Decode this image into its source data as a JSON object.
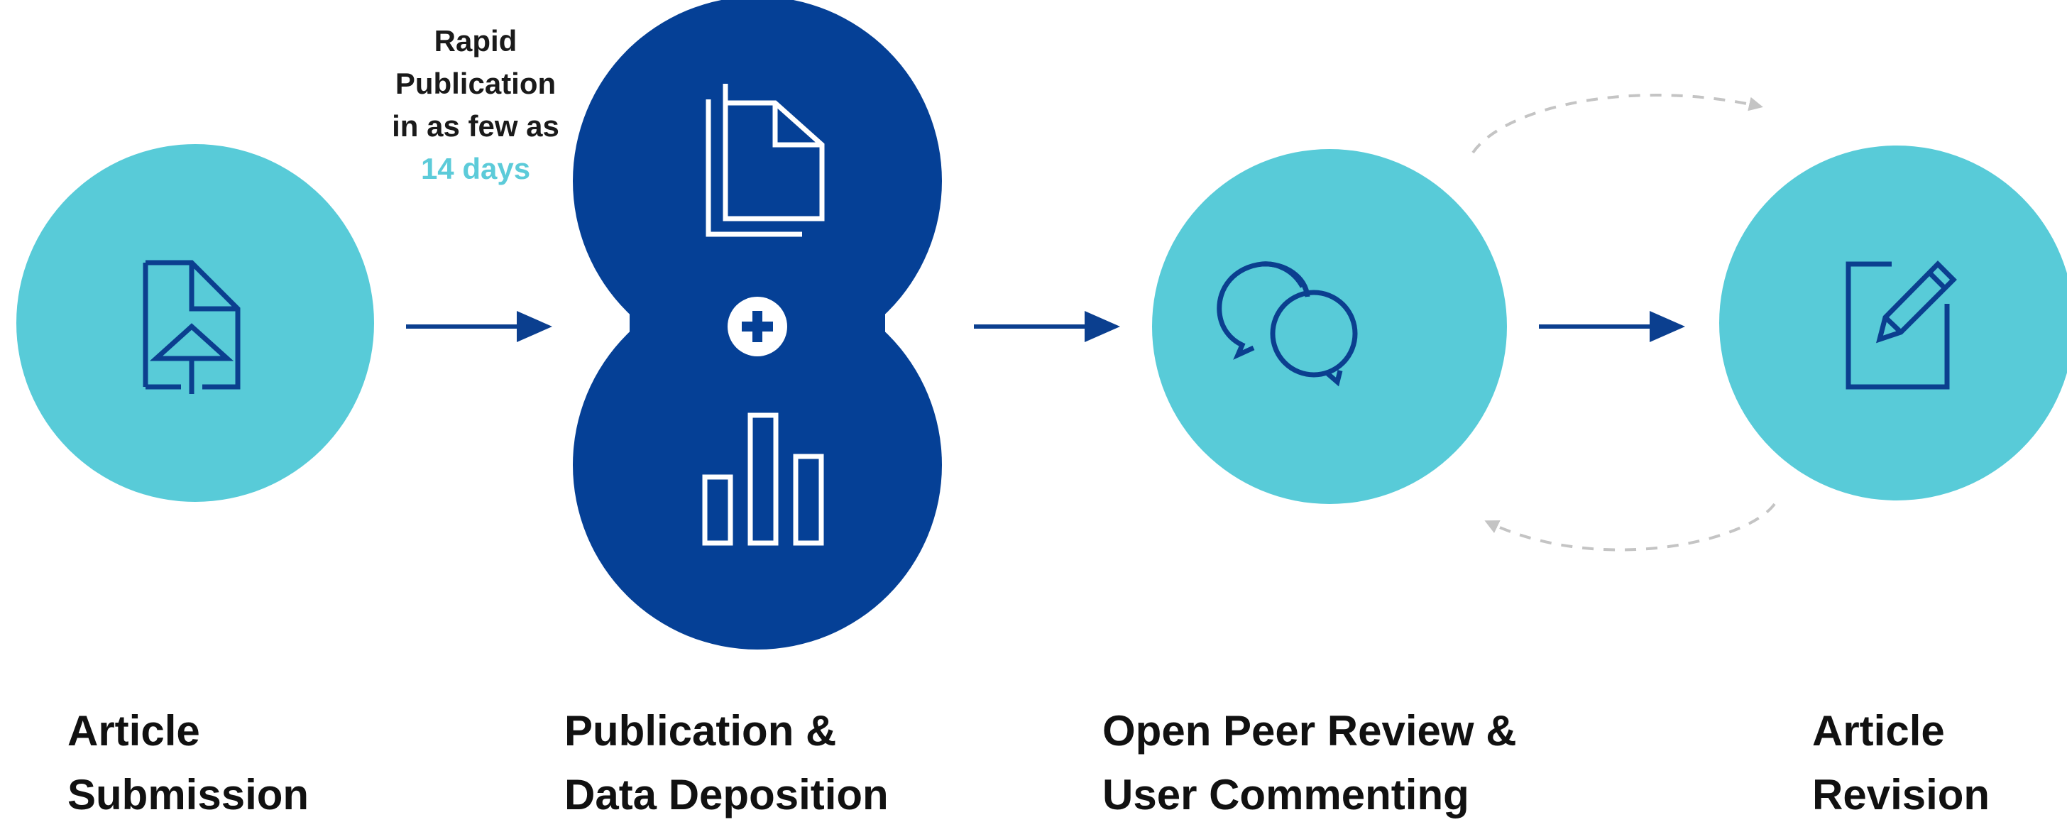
{
  "colors": {
    "teal": "#58cbd8",
    "navy": "#054096",
    "arrow": "#0b3f8f",
    "dashed": "#c4c4c4",
    "highlight": "#5ccbd9"
  },
  "note": {
    "line1": "Rapid",
    "line2": "Publication",
    "line3": "in as few as",
    "line4": "14 days"
  },
  "steps": [
    {
      "line1": "Article",
      "line2": "Submission",
      "icon": "document-upload-icon"
    },
    {
      "line1": "Publication &",
      "line2": "Data Deposition",
      "icons": [
        "documents-icon",
        "plus-icon",
        "bar-chart-icon"
      ]
    },
    {
      "line1": "Open Peer Review &",
      "line2": "User Commenting",
      "icon": "speech-bubbles-icon"
    },
    {
      "line1": "Article",
      "line2": "Revision",
      "icon": "edit-document-icon"
    }
  ]
}
